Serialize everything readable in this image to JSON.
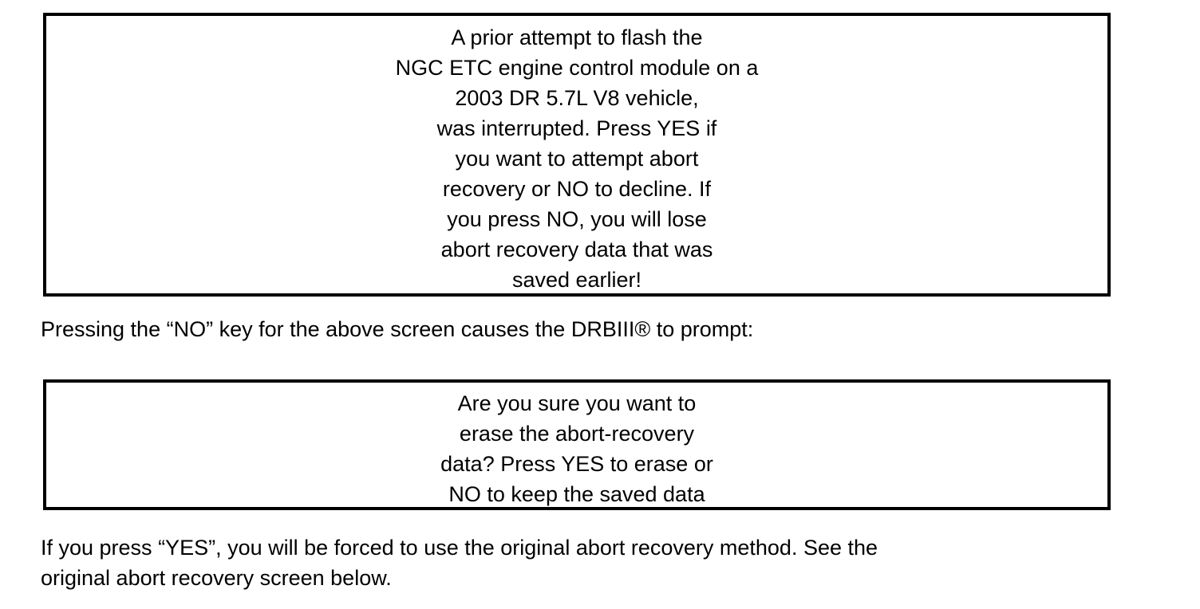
{
  "document": {
    "background_color": "#ffffff",
    "text_color": "#000000",
    "border_color": "#000000"
  },
  "screens": [
    {
      "name": "abort-recovery-prompt",
      "lines": [
        "A prior attempt to flash the",
        "NGC ETC engine control module on a",
        "2003 DR 5.7L V8 vehicle,",
        "was interrupted. Press YES if",
        "you want to attempt abort",
        "recovery or NO to decline. If",
        "you press NO, you will lose",
        "abort recovery data that was",
        "saved earlier!"
      ]
    },
    {
      "name": "erase-confirmation-prompt",
      "lines": [
        "Are you sure you want to",
        "erase the abort-recovery",
        "data? Press YES to erase or",
        "NO to keep the saved data"
      ]
    }
  ],
  "paragraphs": [
    {
      "name": "paragraph-after-box-1",
      "lines": [
        "Pressing the “NO” key for the above screen causes the DRBIII® to prompt:"
      ]
    },
    {
      "name": "paragraph-after-box-2",
      "lines": [
        "If you press “YES”, you will be forced to use the original abort recovery method. See the",
        "original abort recovery screen below."
      ]
    }
  ]
}
